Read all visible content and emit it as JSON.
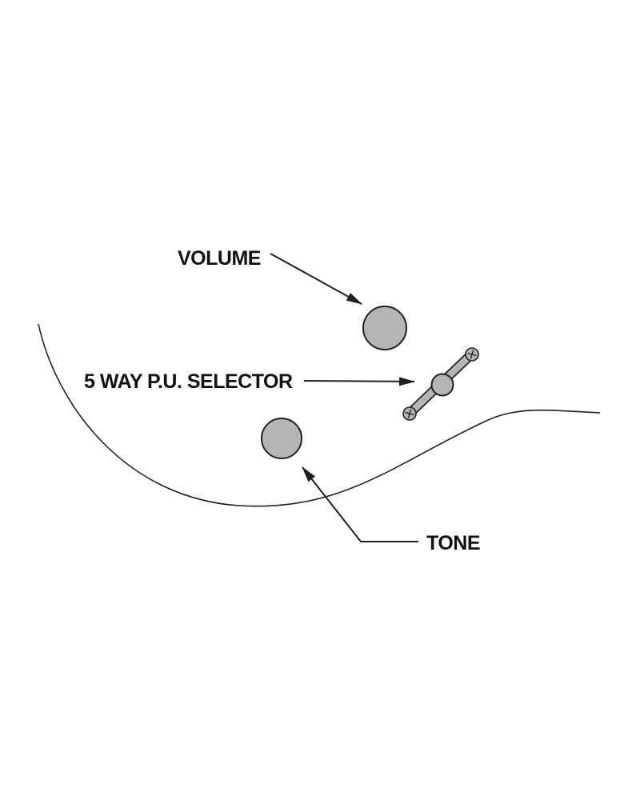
{
  "diagram": {
    "title": "guitar-controls-diagram",
    "labels": {
      "volume": "VOLUME",
      "selector": "5 WAY P.U. SELECTOR",
      "tone": "TONE"
    },
    "colors": {
      "knob_fill": "#b5b5b5",
      "rod_fill": "#b5b5b5",
      "line": "#231f20",
      "background": "#ffffff"
    }
  }
}
